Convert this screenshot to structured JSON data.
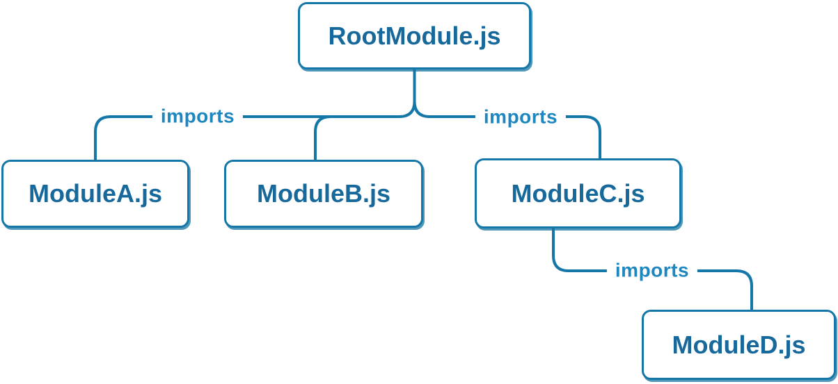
{
  "diagram": {
    "type": "module-dependency-tree",
    "background": "#ffffff",
    "line_color": "#1477a8",
    "node_text_color": "#17699c",
    "edge_label_color": "#1e87c0",
    "node_fill": "#ffffff",
    "nodes": {
      "root": {
        "label": "RootModule.js"
      },
      "moduleA": {
        "label": "ModuleA.js"
      },
      "moduleB": {
        "label": "ModuleB.js"
      },
      "moduleC": {
        "label": "ModuleC.js"
      },
      "moduleD": {
        "label": "ModuleD.js"
      }
    },
    "edge_labels": {
      "root_to_ab": "imports",
      "root_to_c": "imports",
      "c_to_d": "imports"
    },
    "edges": [
      {
        "from": "RootModule.js",
        "to": "ModuleA.js",
        "label": "imports"
      },
      {
        "from": "RootModule.js",
        "to": "ModuleB.js",
        "label": "imports"
      },
      {
        "from": "RootModule.js",
        "to": "ModuleC.js",
        "label": "imports"
      },
      {
        "from": "ModuleC.js",
        "to": "ModuleD.js",
        "label": "imports"
      }
    ]
  }
}
